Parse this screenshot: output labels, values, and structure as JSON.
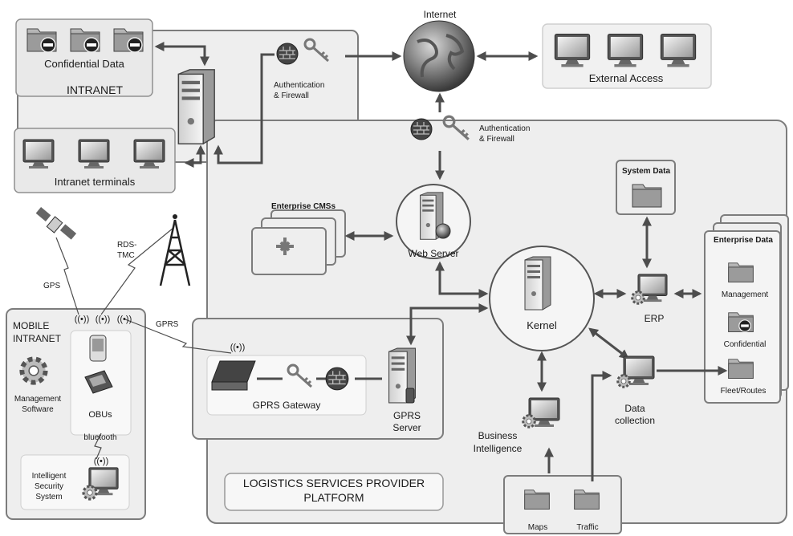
{
  "labels": {
    "confidential_data": "Confidential Data",
    "intranet": "INTRANET",
    "intranet_terminals": "Intranet terminals",
    "auth_firewall_1_line1": "Authentication",
    "auth_firewall_1_line2": "& Firewall",
    "internet": "Internet",
    "external_access": "External Access",
    "auth_firewall_2_line1": "Authentication",
    "auth_firewall_2_line2": "& Firewall",
    "system_data": "System Data",
    "enterprise_cmss": "Enterprise CMSs",
    "web_server": "Web Server",
    "rds_line1": "RDS-",
    "rds_line2": "TMC",
    "gps": "GPS",
    "kernel": "Kernel",
    "erp": "ERP",
    "enterprise_data": "Enterprise Data",
    "management": "Management",
    "confidential": "Confidential",
    "fleet_routes": "Fleet/Routes",
    "mobile_line1": "MOBILE",
    "mobile_line2": "INTRANET",
    "gprs": "GPRS",
    "mgmt_sw_line1": "Management",
    "mgmt_sw_line2": "Software",
    "obus": "OBUs",
    "bluetooth": "bluetooth",
    "iss_line1": "Intelligent",
    "iss_line2": "Security",
    "iss_line3": "System",
    "gprs_gateway": "GPRS Gateway",
    "gprs_server_line1": "GPRS",
    "gprs_server_line2": "Server",
    "data_collection_line1": "Data",
    "data_collection_line2": "collection",
    "bi_line1": "Business",
    "bi_line2": "Intelligence",
    "lsp_line1": "LOGISTICS SERVICES PROVIDER",
    "lsp_line2": "PLATFORM",
    "maps": "Maps",
    "traffic": "Traffic"
  },
  "icons": {
    "folder": "folder-icon",
    "blocked": "no-entry-icon",
    "monitor": "monitor-icon",
    "server": "server-tower-icon",
    "firewall": "firewall-icon",
    "key": "key-icon",
    "globe": "globe-icon",
    "satellite": "satellite-icon",
    "antenna": "antenna-tower-icon",
    "gear": "gear-icon"
  },
  "colors": {
    "box_border": "#7c7c7c",
    "box_fill": "#eeeeee",
    "arrow": "#4d4d4d"
  }
}
